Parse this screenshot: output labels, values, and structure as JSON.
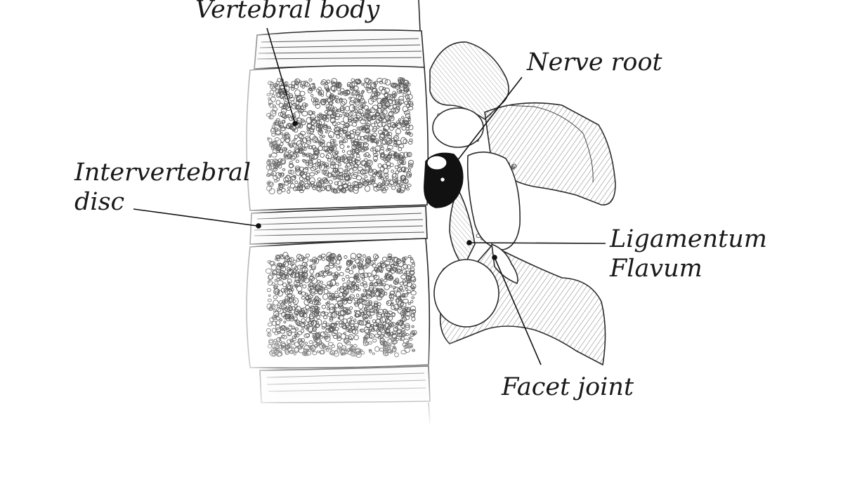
{
  "labels": {
    "vertebral_body": "Vertebral body",
    "nerve_root": "Nerve root",
    "intervertebral_disc_line1": "Intervertebral",
    "intervertebral_disc_line2": "disc",
    "ligamentum_flavum_line1": "Ligamentum",
    "ligamentum_flavum_line2": "Flavum",
    "facet_joint": "Facet joint"
  },
  "colors": {
    "ink": "#1a1a1a",
    "bone_fill": "#ffffff",
    "pore_stroke": "#5a5a5a",
    "hatch": "#6b6b6b",
    "nerve_fill": "#111111"
  }
}
